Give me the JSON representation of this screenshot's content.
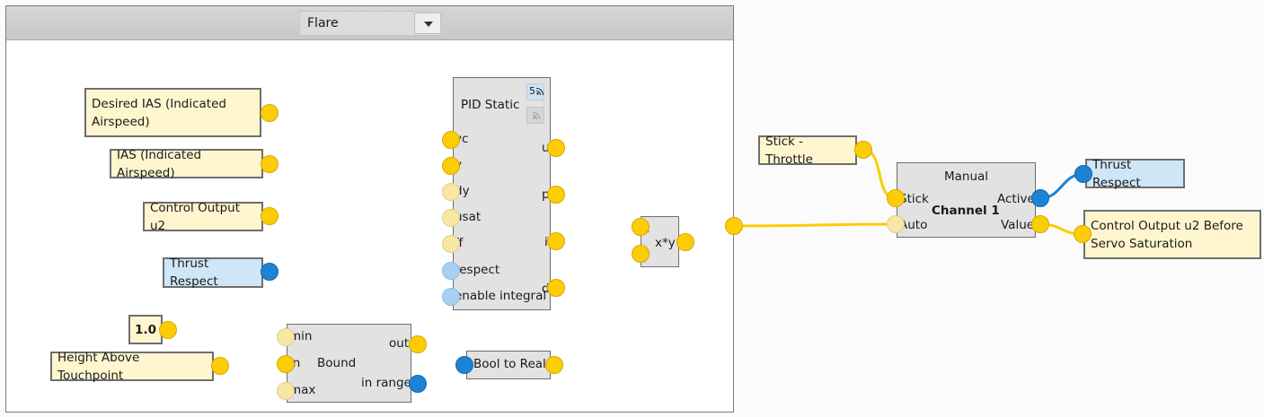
{
  "group": {
    "dropdown_value": "Flare"
  },
  "inputs": {
    "desired_ias": "Desired IAS (Indicated Airspeed)",
    "ias": "IAS (Indicated Airspeed)",
    "control_output": "Control Output u2",
    "thrust_respect": "Thrust Respect",
    "constant": "1.0",
    "height": "Height Above Touchpoint",
    "stick_throttle": "Stick - Throttle"
  },
  "pid": {
    "title": "PID Static",
    "badge_count": "5",
    "inputs": [
      "yc",
      "y",
      "dy",
      "usat",
      "ff",
      "respect",
      "enable integral"
    ],
    "outputs": [
      "u",
      "p",
      "i",
      "d"
    ]
  },
  "bound": {
    "title": "Bound",
    "inputs": [
      "min",
      "in",
      "max"
    ],
    "outputs": [
      "out",
      "in range"
    ]
  },
  "bool_to_real": {
    "title": "Bool to Real"
  },
  "multiply": {
    "title": "x*y",
    "inputs": [
      "x",
      "y"
    ]
  },
  "channel": {
    "mode": "Manual",
    "title": "Channel 1",
    "inputs": [
      "Stick",
      "Auto"
    ],
    "outputs": [
      "Active",
      "Value"
    ]
  },
  "outputs": {
    "thrust_respect": "Thrust Respect",
    "control_output_before": "Control Output u2 Before Servo Saturation"
  },
  "colors": {
    "real_wire": "#fccd05",
    "bool_wire": "#1c83d6",
    "block_fill": "#e2e2e2",
    "input_fill": "#fff6cf",
    "bool_input_fill": "#cfe6f6"
  },
  "icons": {
    "dropdown": "chevron-down-icon",
    "badge": "rss-icon"
  }
}
